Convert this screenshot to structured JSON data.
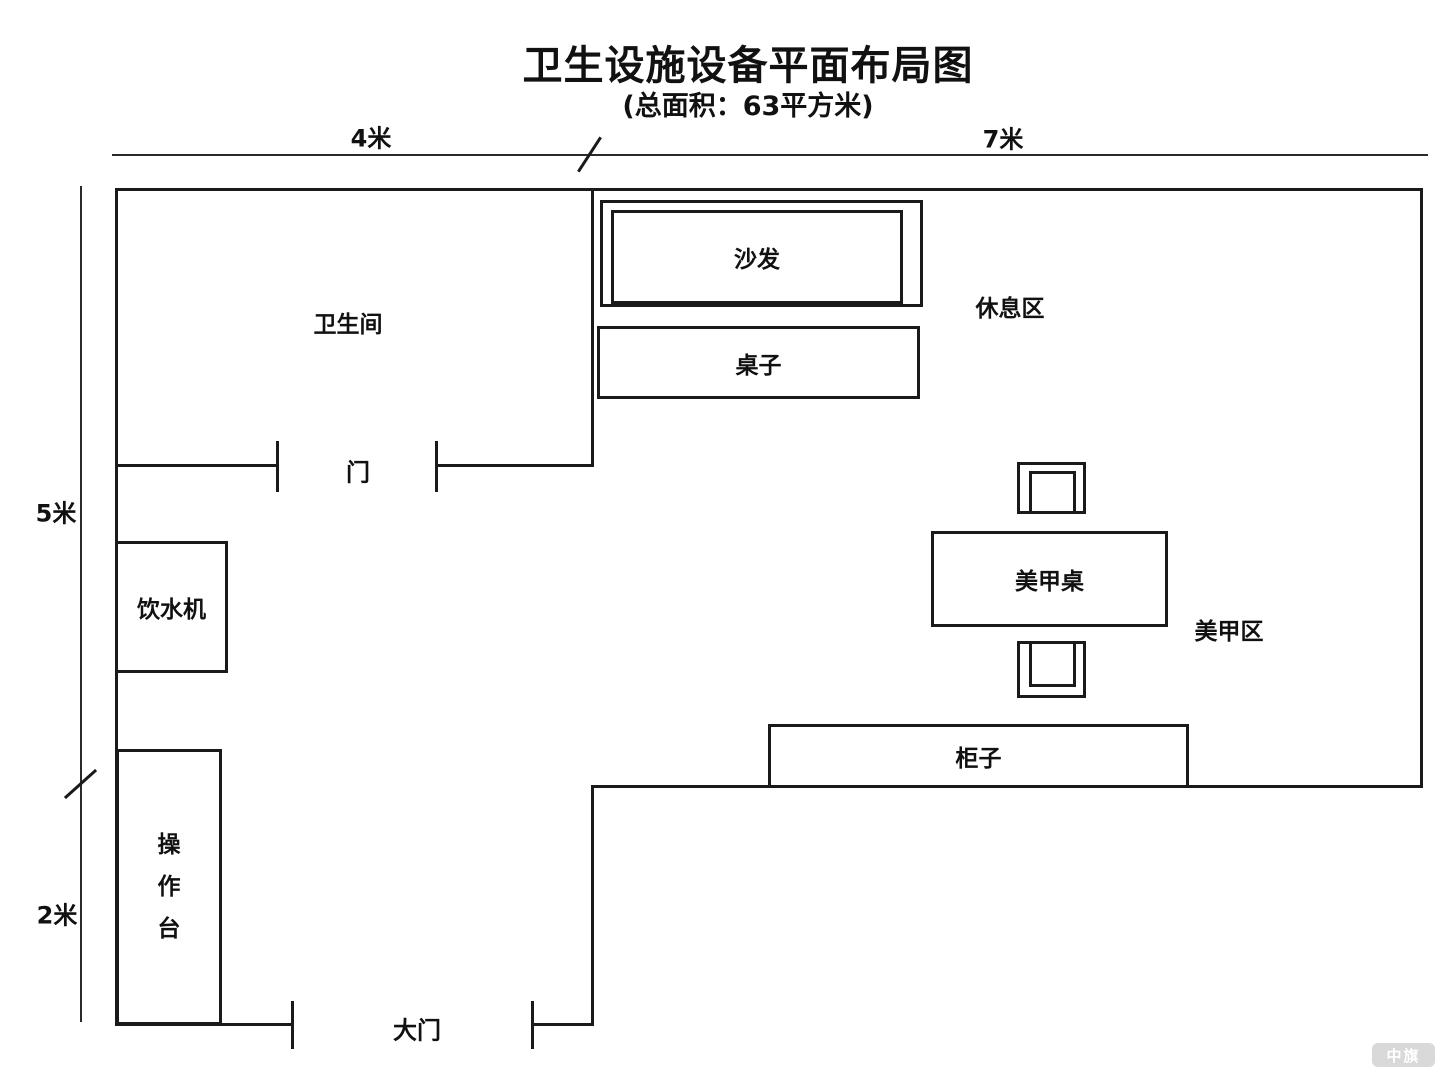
{
  "title": "卫生设施设备平面布局图",
  "subtitle": "(总面积：63平方米)",
  "dimensions": {
    "top_left_width": "4米",
    "top_right_width": "7米",
    "left_upper_height": "5米",
    "left_lower_height": "2米"
  },
  "areas": {
    "bathroom": "卫生间",
    "rest_area": "休息区",
    "manicure_area": "美甲区"
  },
  "furniture": {
    "sofa": "沙发",
    "tea_table": "桌子",
    "water_dispenser": "饮水机",
    "manicure_table": "美甲桌",
    "cabinet": "柜子",
    "operation_counter": "操作台"
  },
  "doors": {
    "bathroom_door": "门",
    "main_entrance": "大门"
  },
  "watermark": "中旗",
  "colors": {
    "line": "#1a1a1a",
    "background": "#ffffff",
    "watermark_bg": "#d9d9d9",
    "watermark_text": "#ffffff"
  }
}
